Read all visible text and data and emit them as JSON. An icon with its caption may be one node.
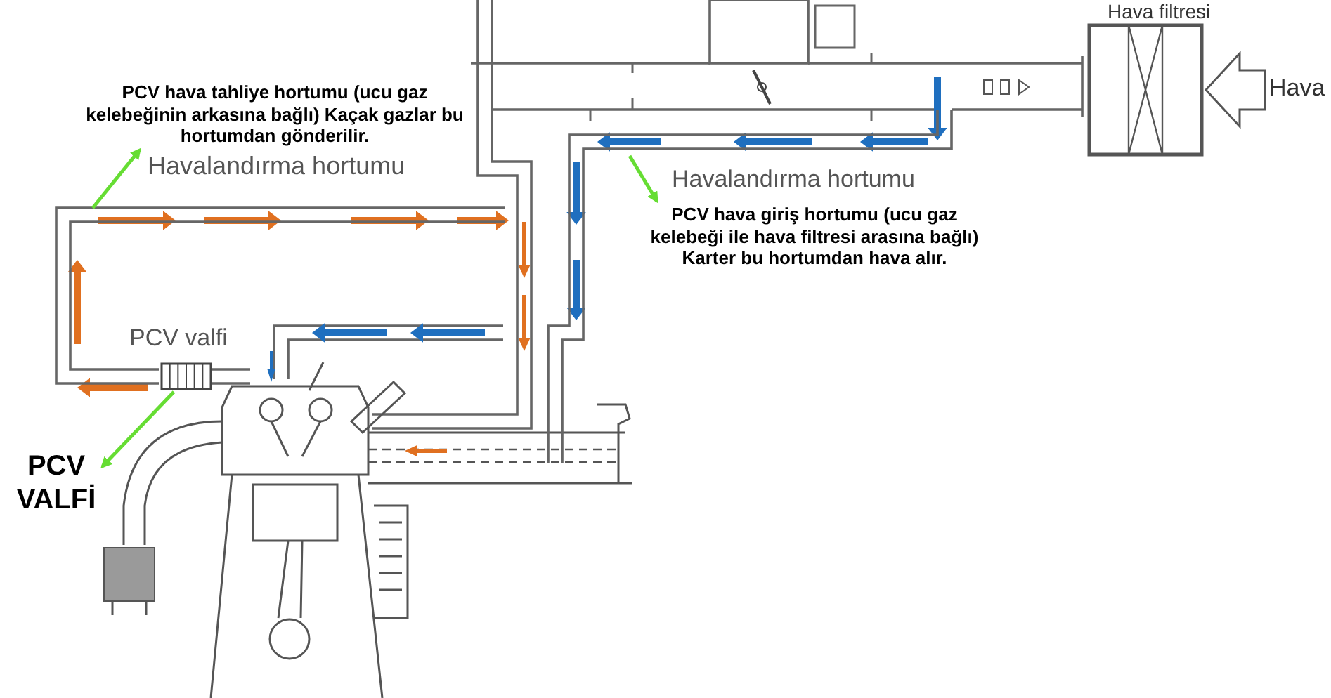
{
  "diagram": {
    "nodes": [
      {
        "text": [
          "PCV hava tahliye hortumu (ucu gaz kelebeğinin arkasına bağlı) Kaçak gazlar bu hortumdan gönderilir."
        ]
      },
      {
        "text": [],
        "shape": "pipe"
      },
      {
        "text": [
          "PCV hava giriş hortumu (ucu gaz kelebeği ile hava filtresi arasına bağlı) Karter bu hortumdan hava alır."
        ]
      },
      {
        "text": [],
        "shape": "pipe"
      },
      {
        "text": [
          "PCV VALFİ"
        ]
      },
      {
        "text": [],
        "shape": "valve"
      }
    ],
    "edges": [
      {
        "from": 1,
        "to": 0,
        "arrow": "to"
      },
      {
        "from": 3,
        "to": 2,
        "arrow": "to"
      },
      {
        "from": 5,
        "to": 4,
        "arrow": "to"
      }
    ],
    "labels": [
      "Hava filtresi",
      "Hava",
      "Havalandırma hortumu",
      "Havalandırma hortumu",
      "PCV valfi"
    ]
  }
}
